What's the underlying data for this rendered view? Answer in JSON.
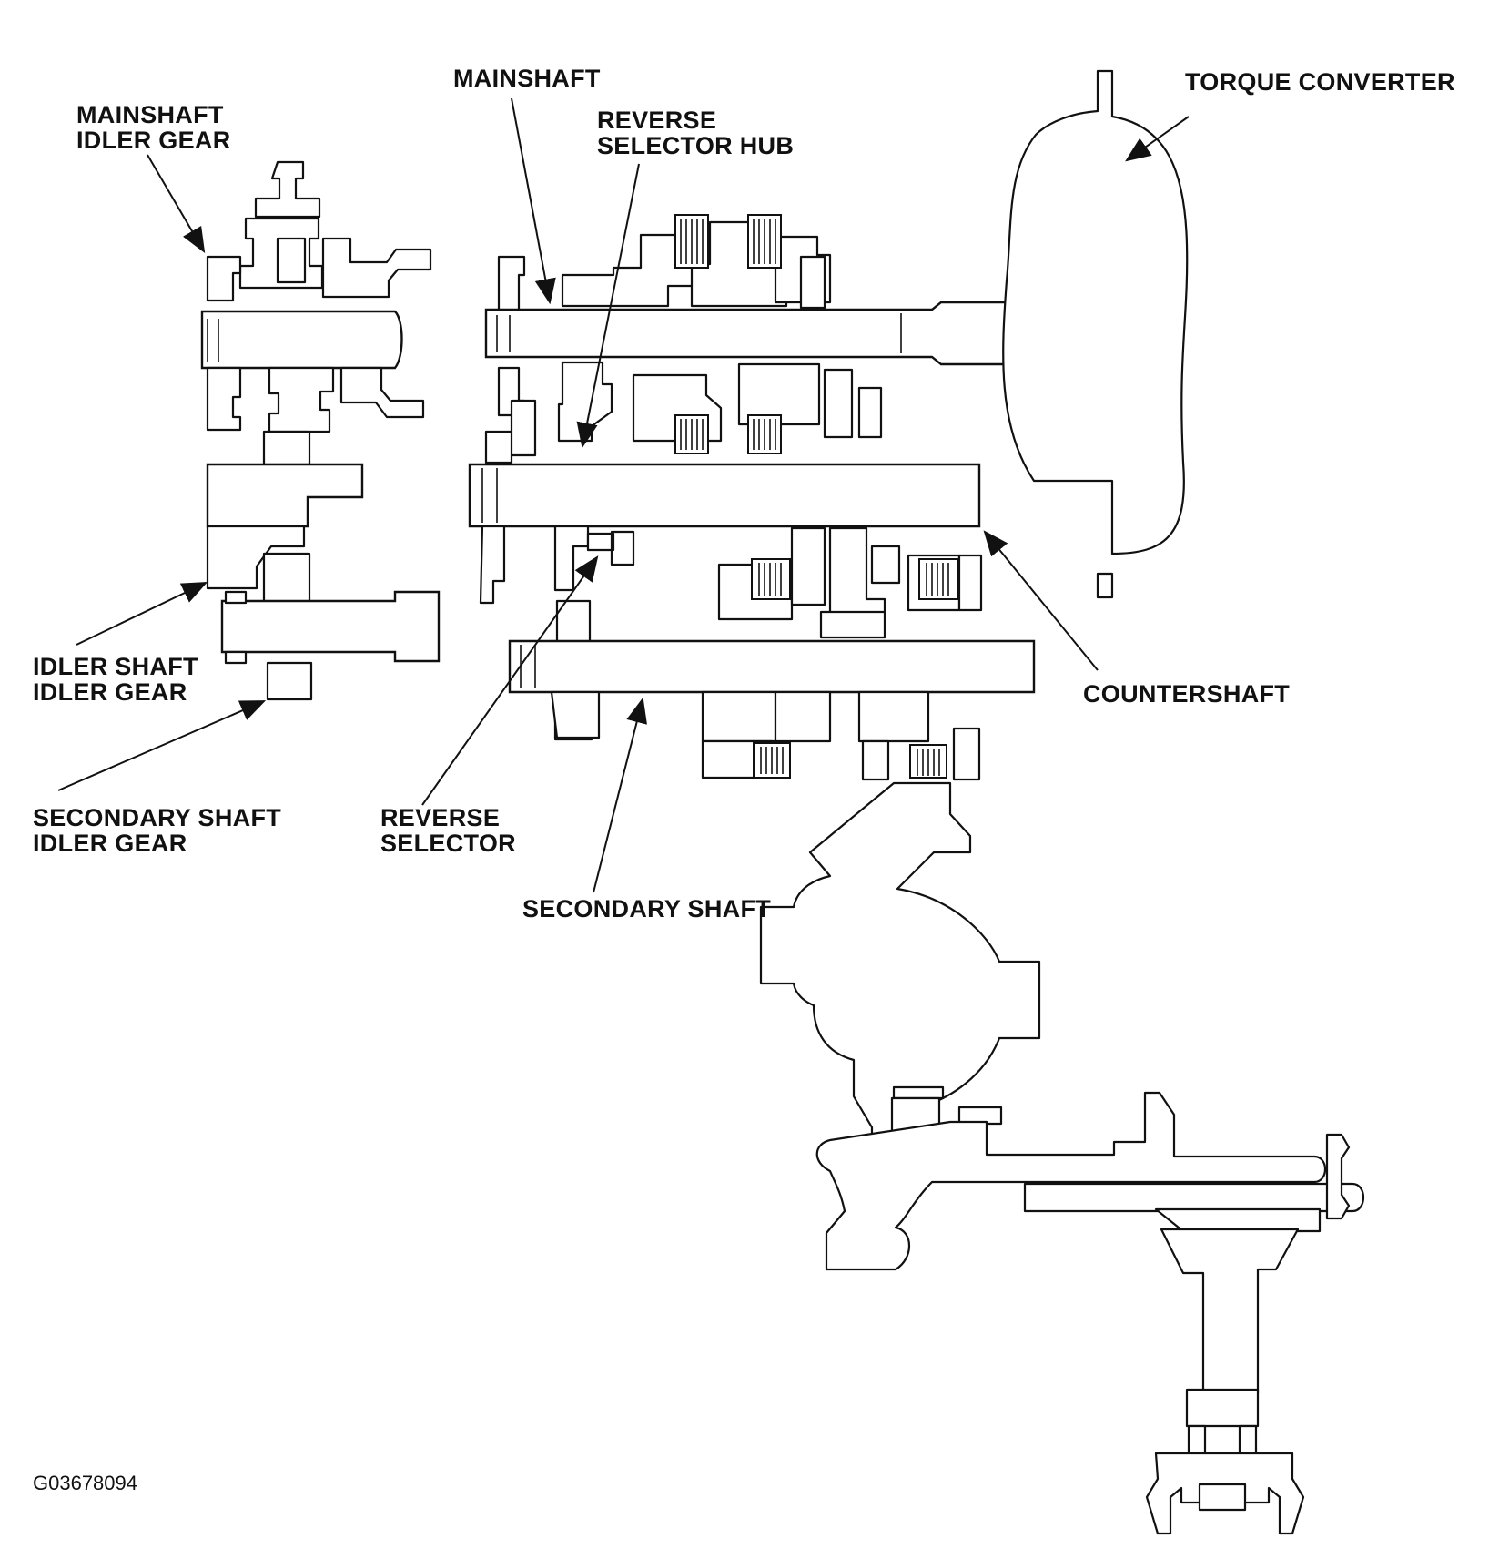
{
  "labels": {
    "mainshaft": "MAINSHAFT",
    "mainshaft_idler_gear_1": "MAINSHAFT",
    "mainshaft_idler_gear_2": "IDLER GEAR",
    "reverse_selector_hub_1": "REVERSE",
    "reverse_selector_hub_2": "SELECTOR HUB",
    "torque_converter": "TORQUE CONVERTER",
    "countershaft": "COUNTERSHAFT",
    "idler_shaft_idler_gear_1": "IDLER SHAFT",
    "idler_shaft_idler_gear_2": "IDLER GEAR",
    "secondary_shaft_idler_gear_1": "SECONDARY SHAFT",
    "secondary_shaft_idler_gear_2": "IDLER GEAR",
    "reverse_selector_1": "REVERSE",
    "reverse_selector_2": "SELECTOR",
    "secondary_shaft": "SECONDARY SHAFT"
  },
  "figure_code": "G03678094",
  "colors": {
    "line": "#111111",
    "background": "#ffffff"
  }
}
